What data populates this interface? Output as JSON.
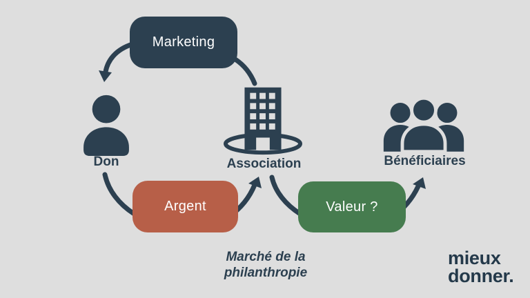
{
  "colors": {
    "background": "#dedede",
    "navy": "#2c4050",
    "argent_red": "#b75f48",
    "valeur_green": "#467c4f",
    "box_text": "#ffffff"
  },
  "boxes": {
    "marketing": {
      "label": "Marketing"
    },
    "argent": {
      "label": "Argent"
    },
    "valeur": {
      "label": "Valeur ?"
    }
  },
  "nodes": {
    "don": {
      "label": "Don",
      "icon": "person-icon"
    },
    "association": {
      "label": "Association",
      "icon": "building-icon"
    },
    "beneficiaires": {
      "label": "Bénéficiaires",
      "icon": "people-group-icon"
    }
  },
  "arrows": {
    "marketing_to_don": "curved arrow from Marketing box down-left to Don",
    "association_to_marketing": "curved line from Association up to Marketing box",
    "don_to_association": "curved arrow from Don through Argent box up to Association",
    "association_to_beneficiaires": "curved arrow from Association through Valeur box up to Bénéficiaires"
  },
  "caption": {
    "line1": "Marché de la",
    "line2": "philanthropie"
  },
  "logo": {
    "line1": "mieux",
    "line2": "donner."
  }
}
